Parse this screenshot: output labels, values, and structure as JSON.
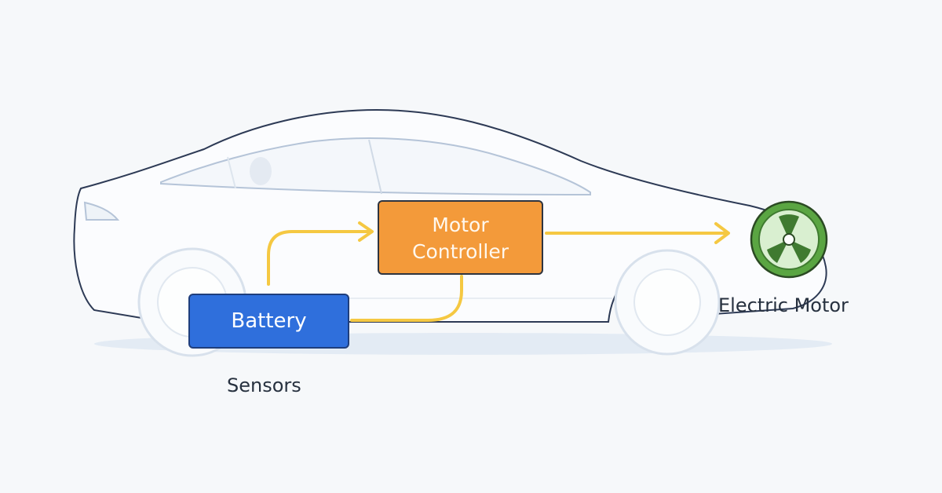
{
  "diagram": {
    "nodes": {
      "motor_controller": {
        "line1": "Motor",
        "line2": "Controller",
        "color": "#f39a3a"
      },
      "battery": {
        "label": "Battery",
        "color": "#2f6fdc"
      },
      "electric_motor": {
        "label": "Electric Motor",
        "color": "#4f9a3e"
      },
      "sensors": {
        "label": "Sensors"
      }
    },
    "connections": [
      {
        "from": "battery",
        "to": "motor_controller",
        "style": "arrow"
      },
      {
        "from": "battery",
        "to": "motor_controller",
        "style": "line"
      },
      {
        "from": "motor_controller",
        "to": "electric_motor",
        "style": "arrow"
      }
    ],
    "connector_color": "#f5c842",
    "car_outline_color": "#2d3a55"
  }
}
